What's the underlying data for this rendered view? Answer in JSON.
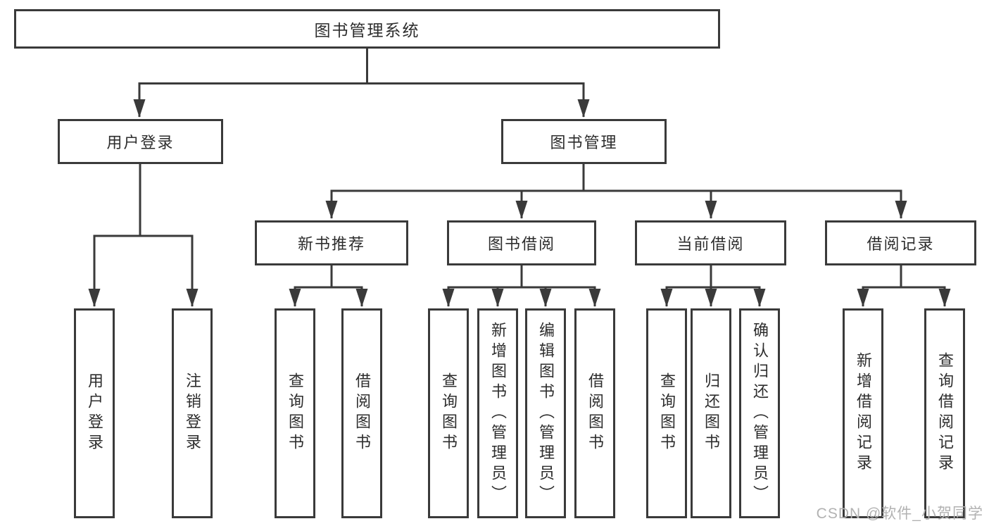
{
  "diagram": {
    "root": {
      "label": "图书管理系统",
      "children": [
        {
          "label": "用户登录",
          "children": [
            {
              "label": "用户登录"
            },
            {
              "label": "注销登录"
            }
          ]
        },
        {
          "label": "图书管理",
          "children": [
            {
              "label": "新书推荐",
              "children": [
                {
                  "label": "查询图书"
                },
                {
                  "label": "借阅图书"
                }
              ]
            },
            {
              "label": "图书借阅",
              "children": [
                {
                  "label": "查询图书"
                },
                {
                  "label": "新增图书（管理员）"
                },
                {
                  "label": "编辑图书（管理员）"
                },
                {
                  "label": "借阅图书"
                }
              ]
            },
            {
              "label": "当前借阅",
              "children": [
                {
                  "label": "查询图书"
                },
                {
                  "label": "归还图书"
                },
                {
                  "label": "确认归还（管理员）"
                }
              ]
            },
            {
              "label": "借阅记录",
              "children": [
                {
                  "label": "新增借阅记录"
                },
                {
                  "label": "查询借阅记录"
                }
              ]
            }
          ]
        }
      ]
    }
  },
  "colors": {
    "line": "#3a3a3a",
    "text": "#2d2d2d",
    "background": "#ffffff"
  },
  "watermark": {
    "text": "CSDN @软件_小贺同学",
    "color": "#b2b2b2"
  }
}
